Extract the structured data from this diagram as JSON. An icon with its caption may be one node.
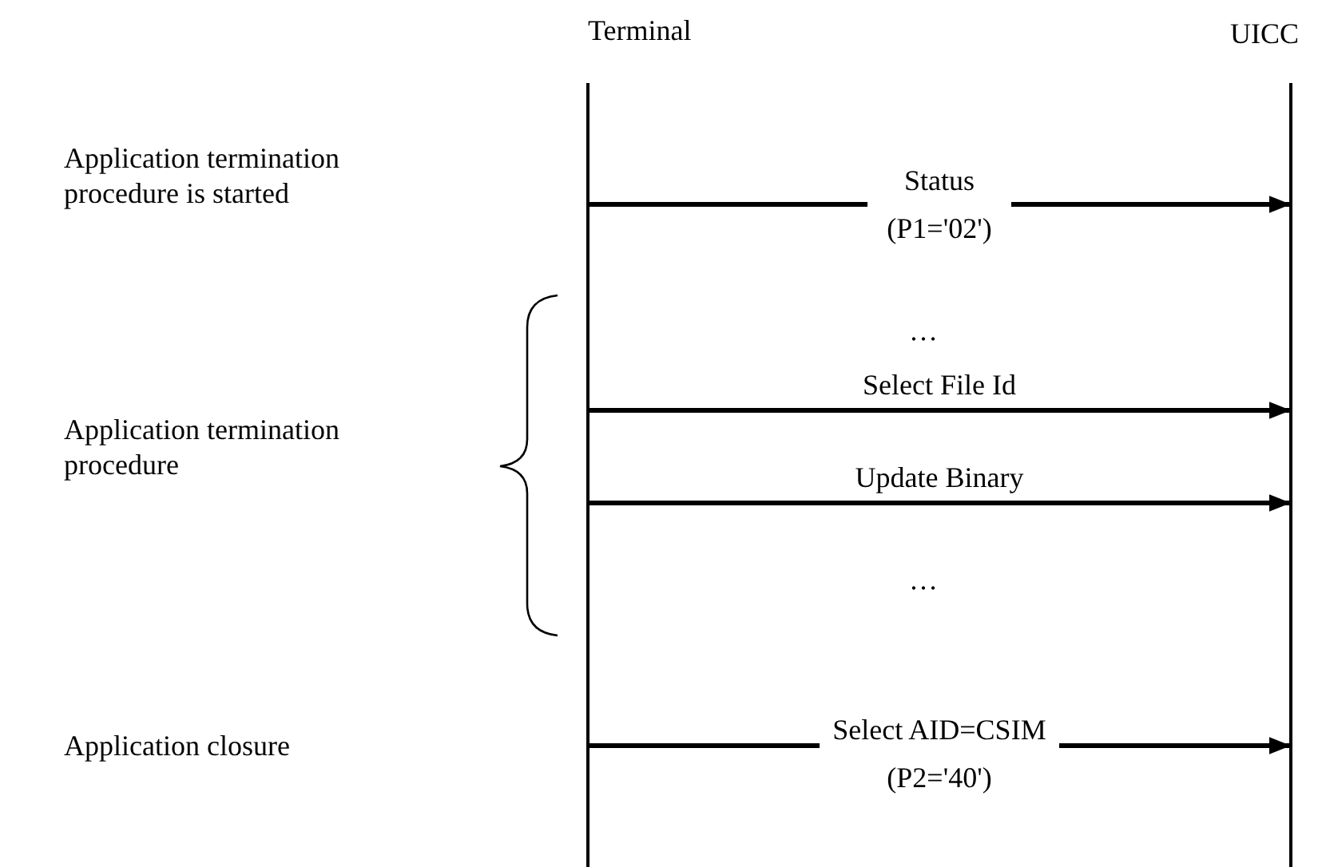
{
  "diagram": {
    "nodes": [
      {
        "text": [
          "Terminal"
        ]
      },
      {
        "text": [
          "UICC"
        ]
      }
    ],
    "edges": [
      {
        "from": 0,
        "to": 1,
        "arrow": "to",
        "label": "Status (P1='02')"
      },
      {
        "from": 0,
        "to": 1,
        "arrow": "to",
        "label": "Select File Id"
      },
      {
        "from": 0,
        "to": 1,
        "arrow": "to",
        "label": "Update Binary"
      },
      {
        "from": 0,
        "to": 1,
        "arrow": "to",
        "label": "Select AID=CSIM (P2='40')"
      }
    ],
    "labels": [
      "Application termination procedure is started",
      "…",
      "Application termination procedure",
      "…",
      "Application closure"
    ]
  }
}
